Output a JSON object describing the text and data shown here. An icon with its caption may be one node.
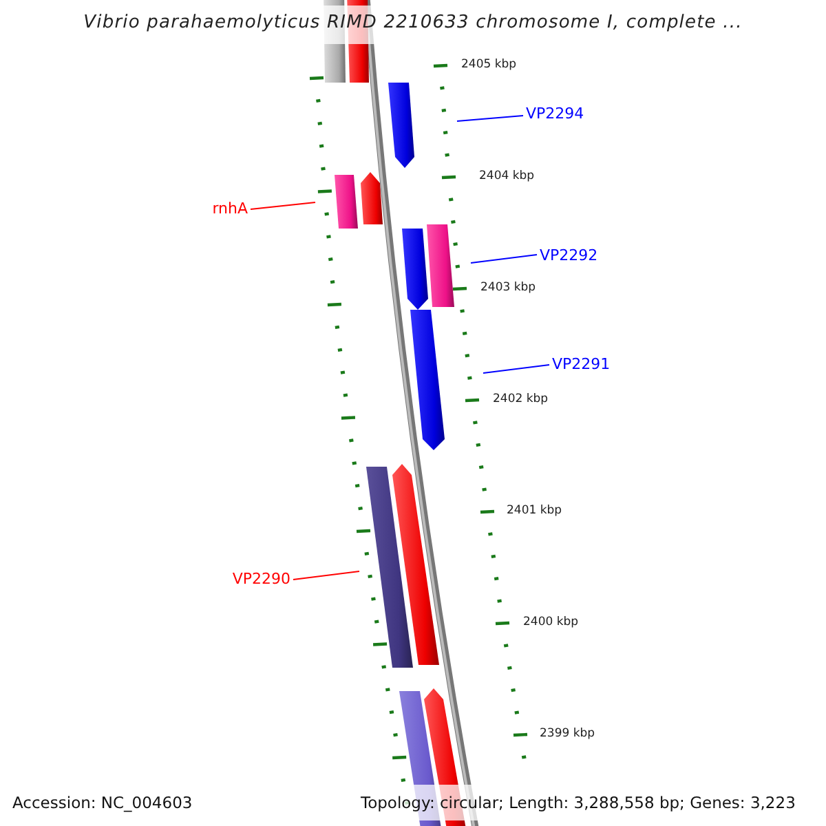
{
  "diagram": {
    "title": "Vibrio parahaemolyticus RIMD 2210633 chromosome I, complete ...",
    "nodes": [
      {
        "text": [
          "VP2294"
        ]
      },
      {
        "text": [
          "rnhA"
        ]
      },
      {
        "text": [
          "VP2292"
        ]
      },
      {
        "text": [
          "VP2291"
        ]
      },
      {
        "text": [
          "VP2290"
        ]
      }
    ],
    "edges": [
      {
        "from": 0,
        "to": null,
        "arrow": "none"
      },
      {
        "from": 1,
        "to": null,
        "arrow": "none",
        "color": "#ff0000"
      },
      {
        "from": 2,
        "to": null,
        "arrow": "none"
      },
      {
        "from": 3,
        "to": null,
        "arrow": "none"
      },
      {
        "from": 4,
        "to": null,
        "arrow": "none",
        "color": "#ff0000"
      }
    ],
    "labels": [
      "2405 kbp",
      "2404 kbp",
      "2403 kbp",
      "2402 kbp",
      "2401 kbp",
      "2400 kbp",
      "2399 kbp",
      "Accession: NC_004603",
      "Topology: circular; Length: 3,288,558 bp; Genes: 3,223"
    ]
  }
}
